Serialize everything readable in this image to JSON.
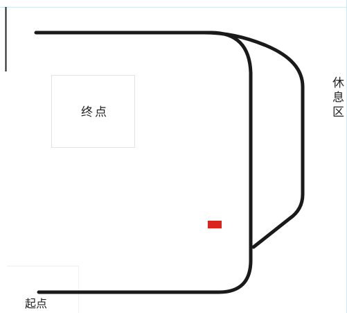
{
  "diagram": {
    "labels": {
      "finish": "终点",
      "start": "起点",
      "rest_area": [
        "休",
        "息",
        "区"
      ]
    },
    "colors": {
      "track": "#1a1a1a",
      "marker": "#d9251d",
      "page_border": "#cfe8f5",
      "finish_box_border": "#e3e3e3",
      "start_box_border": "#f3f6c9",
      "left_edge": "#222222"
    },
    "icons": {
      "marker": "red-rectangle"
    }
  }
}
